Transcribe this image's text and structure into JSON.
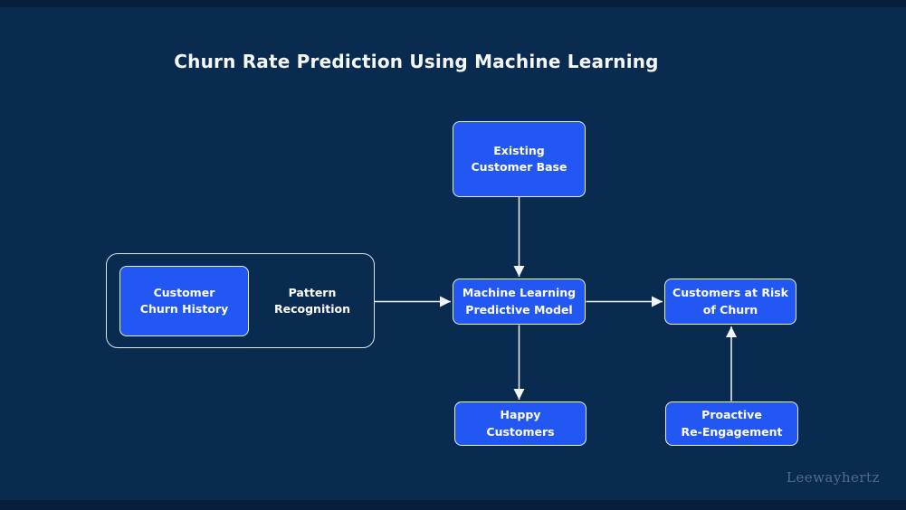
{
  "title": "Churn Rate Prediction Using Machine Learning",
  "watermark": "Leewayhertz",
  "colors": {
    "background": "#0a2b50",
    "edge_band": "#071f3c",
    "node_fill": "#2257f3",
    "node_border": "#e9eef5",
    "group_border": "#dce4ee",
    "arrow": "#f2f5f8",
    "title_text": "#f4f8fc",
    "node_text": "#ffffff",
    "watermark_text": "#54698a"
  },
  "diagram": {
    "nodes": [
      {
        "id": "existing-customer-base",
        "label": "Existing\nCustomer Base"
      },
      {
        "id": "machine-learning-predictive-model",
        "label": "Machine Learning\nPredictive Model"
      },
      {
        "id": "customers-at-risk-of-churn",
        "label": "Customers at Risk\nof Churn"
      },
      {
        "id": "happy-customers",
        "label": "Happy\nCustomers"
      },
      {
        "id": "proactive-re-engagement",
        "label": "Proactive\nRe-Engagement"
      },
      {
        "id": "customer-churn-history",
        "label": "Customer\nChurn History"
      }
    ],
    "group": {
      "id": "pattern-recognition-group",
      "label": "Pattern\nRecognition",
      "contains": [
        "customer-churn-history"
      ]
    },
    "edges": [
      {
        "from": "existing-customer-base",
        "to": "machine-learning-predictive-model"
      },
      {
        "from": "pattern-recognition-group",
        "to": "machine-learning-predictive-model"
      },
      {
        "from": "machine-learning-predictive-model",
        "to": "customers-at-risk-of-churn"
      },
      {
        "from": "machine-learning-predictive-model",
        "to": "happy-customers"
      },
      {
        "from": "proactive-re-engagement",
        "to": "customers-at-risk-of-churn"
      }
    ]
  }
}
